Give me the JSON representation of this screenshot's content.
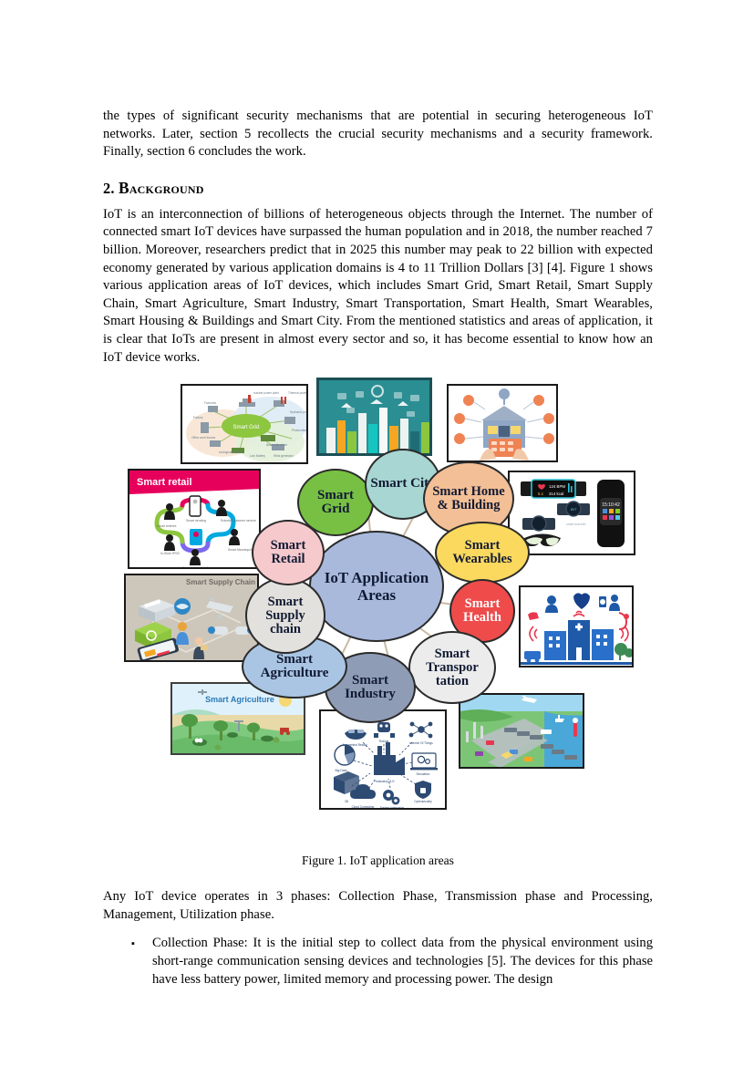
{
  "document": {
    "paragraphs": {
      "intro": "the types of significant security mechanisms that are potential in securing heterogeneous IoT networks. Later, section 5 recollects the crucial security mechanisms and a security framework. Finally, section 6 concludes the work.",
      "background": "IoT is an interconnection of billions of heterogeneous objects through the Internet. The number of connected smart IoT devices have surpassed the human population and in 2018, the number reached 7 billion. Moreover, researchers predict that in 2025 this number may peak to 22 billion with expected economy generated by various application domains is 4 to 11 Trillion Dollars [3] [4]. Figure 1 shows various application areas of IoT devices, which includes Smart Grid, Smart Retail, Smart Supply Chain, Smart Agriculture, Smart Industry, Smart Transportation, Smart Health, Smart Wearables, Smart Housing & Buildings and Smart City. From the mentioned statistics and areas of application, it is clear that IoTs are present in almost every sector and so, it has become essential to know how an IoT device works.",
      "phases": "Any IoT device operates in 3 phases: Collection Phase, Transmission phase and Processing, Management, Utilization phase."
    },
    "heading": {
      "number": "2.",
      "title": "Background"
    },
    "figure": {
      "caption": "Figure 1.  IoT application areas",
      "center_label": "IoT Application Areas",
      "bubbles": [
        {
          "label": "Smart Grid",
          "color": "#78c043",
          "text_color": "#111a33"
        },
        {
          "label": "Smart City",
          "color": "#a8d6d2",
          "text_color": "#111a33"
        },
        {
          "label": "Smart Home & Building",
          "color": "#f3bf96",
          "text_color": "#111a33"
        },
        {
          "label": "Smart Wearables",
          "color": "#fbd95e",
          "text_color": "#111a33"
        },
        {
          "label": "Smart Health",
          "color": "#ef4b4b",
          "text_color": "#ffffff"
        },
        {
          "label": "Smart Transpor tation",
          "color": "#ececec",
          "text_color": "#111a33"
        },
        {
          "label": "Smart Industry",
          "color": "#8f9cb5",
          "text_color": "#111a33"
        },
        {
          "label": "Smart Agriculture",
          "color": "#a9c5e3",
          "text_color": "#111a33"
        },
        {
          "label": "Smart Supply chain",
          "color": "#e3e1dd",
          "text_color": "#111a33"
        },
        {
          "label": "Smart Retail",
          "color": "#f6c9cd",
          "text_color": "#111a33"
        }
      ],
      "thumbnails": [
        {
          "name": "smart-grid",
          "caption": "Smart Grid"
        },
        {
          "name": "smart-city",
          "caption": ""
        },
        {
          "name": "smart-home",
          "caption": ""
        },
        {
          "name": "smart-wearables",
          "caption": ""
        },
        {
          "name": "smart-health",
          "caption": ""
        },
        {
          "name": "smart-transportation",
          "caption": ""
        },
        {
          "name": "smart-industry",
          "caption": "Industry 4.0"
        },
        {
          "name": "smart-agriculture",
          "caption": "Smart Agriculture"
        },
        {
          "name": "smart-supply-chain",
          "caption": "Smart Supply Chain"
        },
        {
          "name": "smart-retail",
          "caption": "Smart retail"
        }
      ],
      "industry_nodes": [
        "Robots",
        "Internet Of Things",
        "Simulation",
        "Cybersecurity",
        "System Integration",
        "Cloud Computing",
        "3D",
        "Big Data",
        "Augmented Reality",
        "Industry 4.0"
      ],
      "wearables_readout": {
        "bpm": "124 BPM",
        "calories": "314 kcal",
        "watch_time": "15:10:42"
      }
    },
    "bullets": [
      {
        "marker": "▪",
        "text": "Collection Phase: It is the initial step to collect data from the physical environment using short-range communication sensing devices and technologies [5]. The devices for this phase have less battery power, limited memory and processing power. The design"
      }
    ]
  }
}
